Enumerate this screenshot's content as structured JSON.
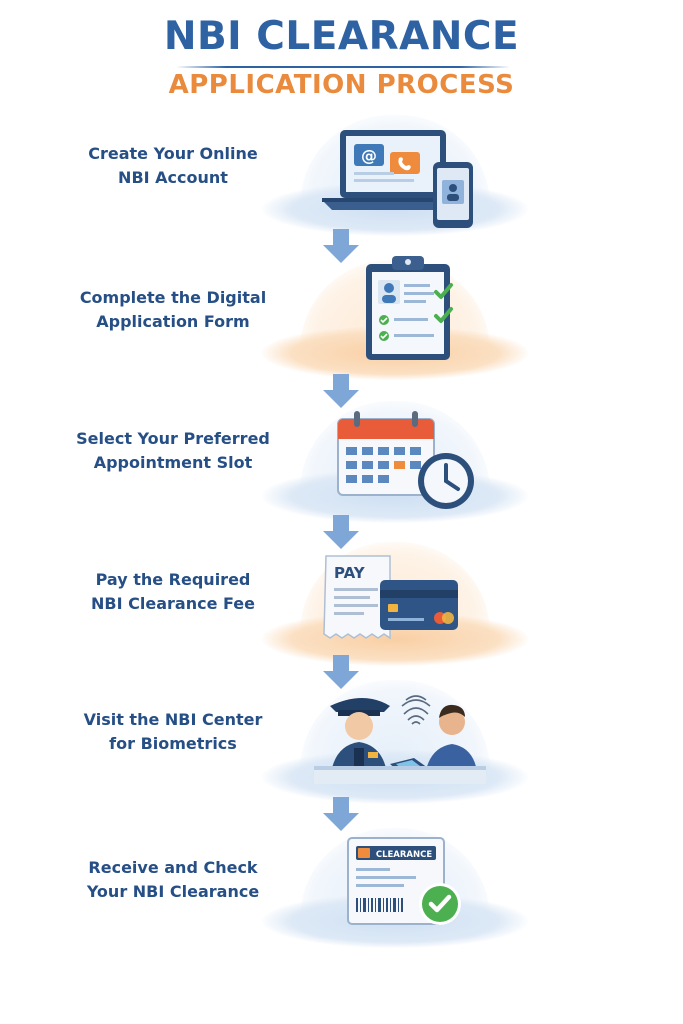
{
  "header": {
    "title": "NBI CLEARANCE",
    "subtitle": "APPLICATION PROCESS"
  },
  "steps": [
    {
      "line1": "Create Your Online",
      "line2": "NBI Account",
      "icon": "laptop-phone-icon",
      "accent": "blue"
    },
    {
      "line1": "Complete the Digital",
      "line2": "Application Form",
      "icon": "clipboard-form-icon",
      "accent": "orange"
    },
    {
      "line1": "Select Your Preferred",
      "line2": "Appointment Slot",
      "icon": "calendar-clock-icon",
      "accent": "blue"
    },
    {
      "line1": "Pay the Required",
      "line2": "NBI Clearance Fee",
      "icon": "receipt-card-icon",
      "accent": "orange",
      "receipt_text": "PAY"
    },
    {
      "line1": "Visit the NBI Center",
      "line2": "for Biometrics",
      "icon": "biometrics-officer-icon",
      "accent": "blue"
    },
    {
      "line1": "Receive and Check",
      "line2": "Your NBI Clearance",
      "icon": "clearance-document-icon",
      "accent": "blue",
      "document_text": "CLEARANCE"
    }
  ],
  "colors": {
    "title": "#2f62a3",
    "subtitle": "#e98a3c",
    "step_text": "#264f86",
    "arrow": "#7ea6d6",
    "check": "#4caf50"
  }
}
